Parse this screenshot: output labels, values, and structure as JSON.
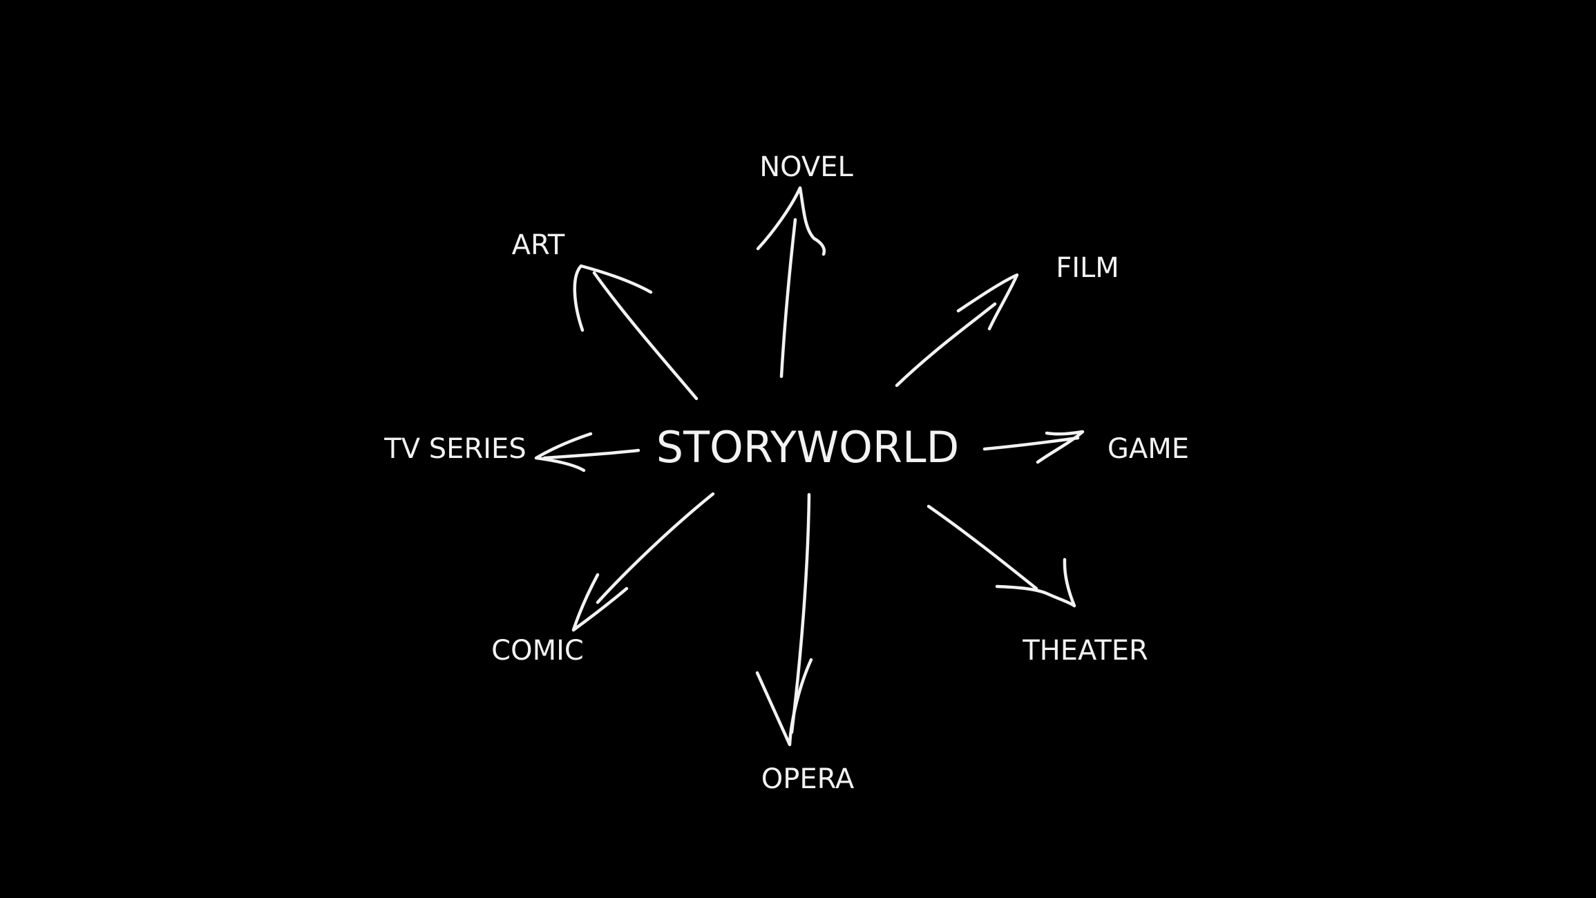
{
  "colors": {
    "background": "#000000",
    "foreground": "#f2f2f2"
  },
  "center": {
    "label": "STORYWORLD"
  },
  "nodes": [
    {
      "id": "novel",
      "label": "NOVEL"
    },
    {
      "id": "film",
      "label": "FILM"
    },
    {
      "id": "game",
      "label": "GAME"
    },
    {
      "id": "theater",
      "label": "THEATER"
    },
    {
      "id": "opera",
      "label": "OPERA"
    },
    {
      "id": "comic",
      "label": "COMIC"
    },
    {
      "id": "tv-series",
      "label": "TV SERIES"
    },
    {
      "id": "art",
      "label": "ART"
    }
  ],
  "edges": [
    {
      "from": "STORYWORLD",
      "to": "NOVEL"
    },
    {
      "from": "STORYWORLD",
      "to": "FILM"
    },
    {
      "from": "STORYWORLD",
      "to": "GAME"
    },
    {
      "from": "STORYWORLD",
      "to": "THEATER"
    },
    {
      "from": "STORYWORLD",
      "to": "OPERA"
    },
    {
      "from": "STORYWORLD",
      "to": "COMIC"
    },
    {
      "from": "STORYWORLD",
      "to": "TV SERIES"
    },
    {
      "from": "STORYWORLD",
      "to": "ART"
    }
  ]
}
